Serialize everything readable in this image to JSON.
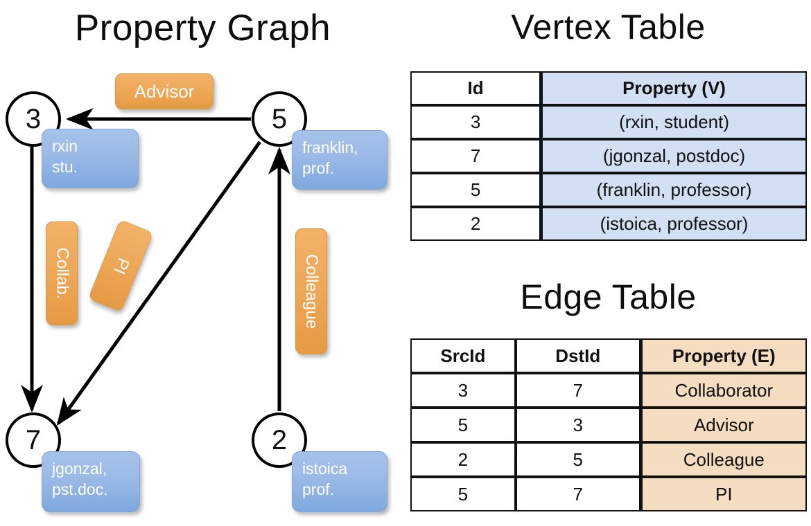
{
  "titles": {
    "property_graph": "Property Graph",
    "vertex_table": "Vertex Table",
    "edge_table": "Edge Table"
  },
  "graph": {
    "nodes": [
      {
        "id": "3",
        "label": "3",
        "property": "rxin\nstu."
      },
      {
        "id": "5",
        "label": "5",
        "property": "franklin,\nprof."
      },
      {
        "id": "7",
        "label": "7",
        "property": "jgonzal,\npst.doc."
      },
      {
        "id": "2",
        "label": "2",
        "property": "istoica\nprof."
      }
    ],
    "edge_labels": [
      {
        "key": "advisor",
        "text": "Advisor"
      },
      {
        "key": "collab",
        "text": "Collab."
      },
      {
        "key": "pi",
        "text": "PI"
      },
      {
        "key": "colleague",
        "text": "Colleague"
      }
    ],
    "edges": [
      {
        "from": "5",
        "to": "3",
        "label": "Advisor"
      },
      {
        "from": "3",
        "to": "7",
        "label": "Collab."
      },
      {
        "from": "5",
        "to": "7",
        "label": "PI"
      },
      {
        "from": "2",
        "to": "5",
        "label": "Colleague"
      }
    ]
  },
  "vertex_table": {
    "headers": [
      "Id",
      "Property (V)"
    ],
    "rows": [
      {
        "id": "3",
        "property": "(rxin, student)"
      },
      {
        "id": "7",
        "property": "(jgonzal, postdoc)"
      },
      {
        "id": "5",
        "property": "(franklin, professor)"
      },
      {
        "id": "2",
        "property": "(istoica, professor)"
      }
    ]
  },
  "edge_table": {
    "headers": [
      "SrcId",
      "DstId",
      "Property (E)"
    ],
    "rows": [
      {
        "src": "3",
        "dst": "7",
        "property": "Collaborator"
      },
      {
        "src": "5",
        "dst": "3",
        "property": "Advisor"
      },
      {
        "src": "2",
        "dst": "5",
        "property": "Colleague"
      },
      {
        "src": "5",
        "dst": "7",
        "property": "PI"
      }
    ]
  },
  "colors": {
    "vertex_property_fill": "#d3dff2",
    "edge_property_fill": "#f5ddc2",
    "node_callout_blue": "#9cbbe7",
    "edge_label_orange": "#eda757",
    "stroke": "#111111"
  }
}
